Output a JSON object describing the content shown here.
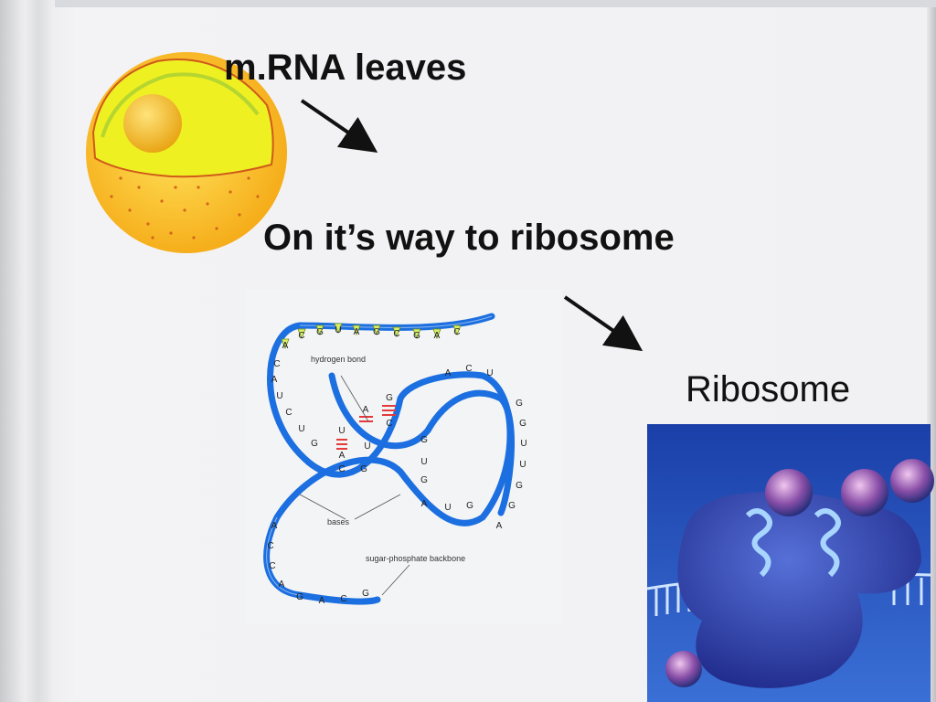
{
  "slide": {
    "line1": "m.RNA leaves",
    "line2": "On it’s way to ribosome",
    "line3": "Ribosome"
  },
  "rna_diagram": {
    "labels": {
      "hydrogen_bond": "hydrogen bond",
      "bases": "bases",
      "backbone": "sugar-phosphate backbone"
    },
    "top_bases": [
      "A",
      "C",
      "G",
      "U",
      "A",
      "G",
      "C",
      "G",
      "A",
      "C"
    ],
    "left_bases": [
      "C",
      "A",
      "U",
      "C",
      "U",
      "G"
    ],
    "inner_bases": [
      "U",
      "A",
      "C",
      "G",
      "A",
      "U",
      "G",
      "C"
    ],
    "right_bases": [
      "A",
      "C",
      "U",
      "G",
      "G",
      "U",
      "U",
      "G",
      "G",
      "A"
    ],
    "lower_bases": [
      "G",
      "U",
      "G",
      "U",
      "G",
      "A"
    ],
    "bottom_bases": [
      "A",
      "C",
      "C",
      "A",
      "G",
      "A",
      "C",
      "G"
    ]
  },
  "colors": {
    "cell_outer": "#f7b81f",
    "cell_inner": "#f4ef2a",
    "nucleus": "#f5c218",
    "backbone": "#1c6fe0",
    "base_fill": "#d7ef6a",
    "ribosome_bg": "#2454c4",
    "ribosome_body": "#3346b8"
  }
}
